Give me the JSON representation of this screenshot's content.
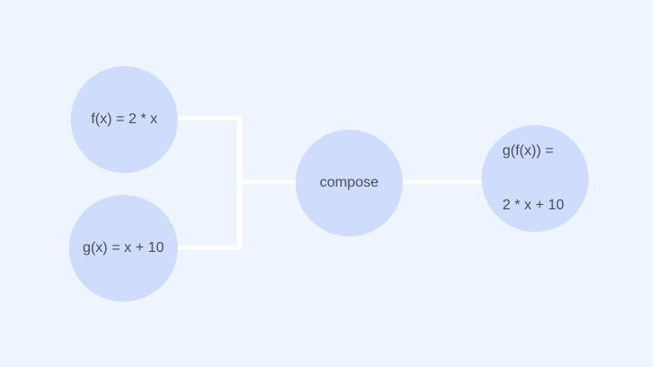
{
  "diagram": {
    "nodes": {
      "f": {
        "label": "f(x) = 2 * x"
      },
      "g": {
        "label": "g(x) = x + 10"
      },
      "compose": {
        "label": "compose"
      },
      "result": {
        "label_line1": "g(f(x)) =",
        "label_line2": "2 * x + 10"
      }
    },
    "colors": {
      "background": "#eff5fe",
      "node_fill": "#d0dcfc",
      "connector": "#ffffff",
      "text": "#4a4d56"
    }
  }
}
